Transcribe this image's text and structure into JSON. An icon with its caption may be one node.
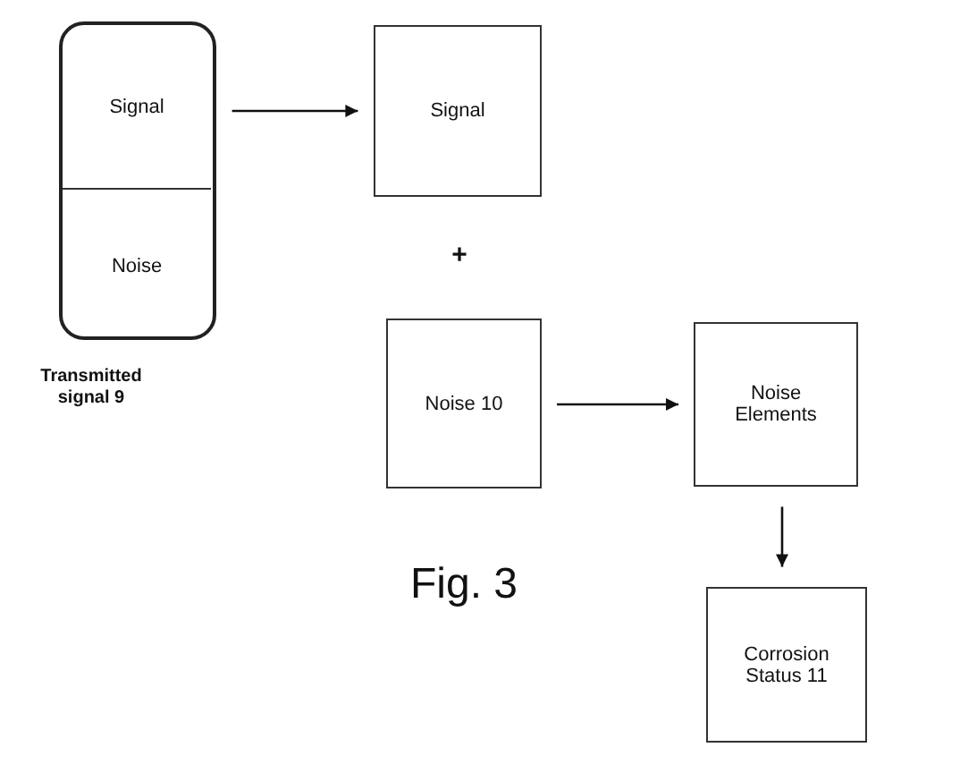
{
  "diagram": {
    "nodes": [
      {
        "text": [],
        "shape": "box",
        "beside": [
          "Transmitted signal 9"
        ]
      },
      {
        "text": [
          "Signal"
        ],
        "in": 0
      },
      {
        "text": [
          "Noise"
        ],
        "in": 0
      },
      {
        "text": [
          "Signal"
        ]
      },
      {
        "text": [
          "Noise 10"
        ]
      },
      {
        "text": [
          "Noise Elements"
        ]
      },
      {
        "text": [
          "Corrosion Status 11"
        ]
      }
    ],
    "edges": [
      {
        "from": 0,
        "to": 3,
        "arrow": "to"
      },
      {
        "from": 4,
        "to": 5,
        "arrow": "to"
      },
      {
        "from": 5,
        "to": 6,
        "arrow": "to"
      }
    ],
    "labels": [
      "+",
      "Fig. 3"
    ]
  }
}
